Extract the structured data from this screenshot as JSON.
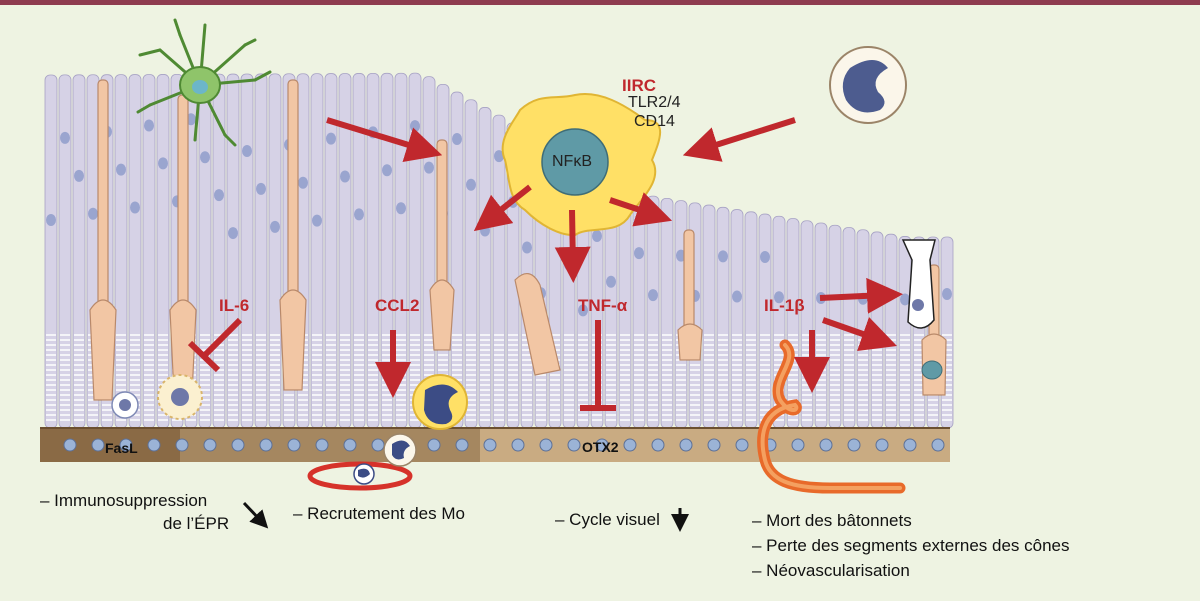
{
  "colors": {
    "background": "#eef3e2",
    "top_border": "#8e3b4f",
    "arrow_red": "#c0282d",
    "photoreceptor_lavender": "#cfcbe1",
    "cone_peach": "#f2c6a4",
    "microglia_green": "#6aaa4a",
    "macrophage_yellow": "#ffe066",
    "epr_brown": "#8a6a45",
    "nucleus_blue": "#9aa5cf"
  },
  "icons": [
    "microglia-cell",
    "macrophage-cell",
    "monocyte-cell",
    "blood-vessel",
    "photoreceptor-cell"
  ],
  "labels": {
    "iirc": "IIRC",
    "tlr": "TLR2/4",
    "cd14": "CD14",
    "nfkb": "NFκB",
    "il6": "IL-6",
    "ccl2": "CCL2",
    "tnfa": "TNF-α",
    "il1b": "IL-1β",
    "fasl": "FasL",
    "otx2": "OTX2"
  },
  "effects": {
    "immuno_line1": "– Immunosuppression",
    "immuno_line2": "de l’ÉPR",
    "recrutement": "– Recrutement des Mo",
    "cycle": "– Cycle visuel",
    "mort": "– Mort des bâtonnets",
    "perte": "– Perte des segments externes des cônes",
    "neovasc": "– Néovascularisation"
  }
}
